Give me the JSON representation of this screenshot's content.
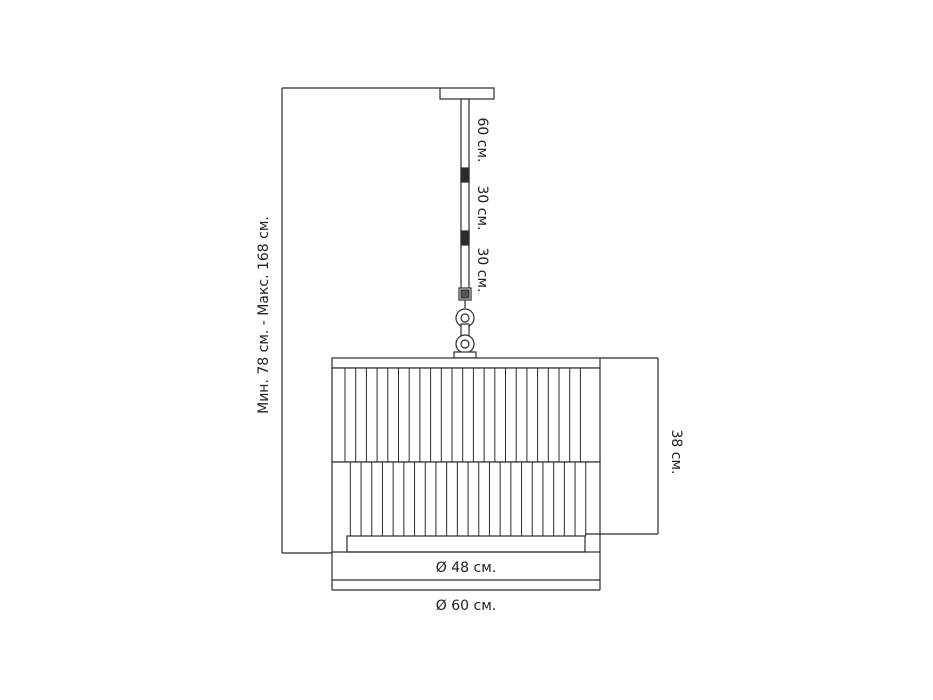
{
  "labels": {
    "height_range": "Мин. 78 см. - Макс. 168 см.",
    "rod_top": "60 см.",
    "rod_mid": "30 см.",
    "rod_bottom": "30 см.",
    "shade_height": "38 см.",
    "inner_diameter": "Ø 48 см.",
    "outer_diameter": "Ø 60 см."
  },
  "colors": {
    "line": "#2b2b2b",
    "text": "#222222"
  }
}
